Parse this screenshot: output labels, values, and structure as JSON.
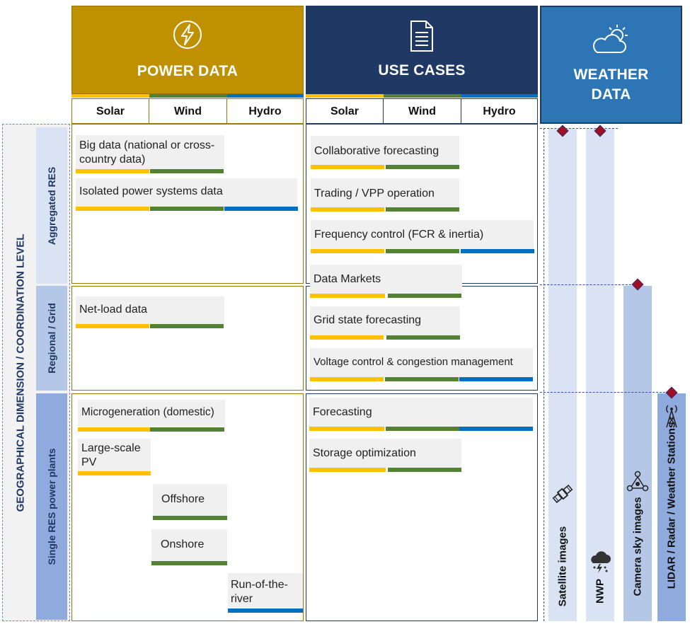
{
  "headers": {
    "power": "POWER DATA",
    "use_cases": "USE CASES",
    "weather_line1": "WEATHER",
    "weather_line2": "DATA"
  },
  "sub_columns": [
    "Solar",
    "Wind",
    "Hydro"
  ],
  "axis_title": "GEOGRAPHICAL DIMENSION / COORDINATION LEVEL",
  "levels": [
    "Aggregated RES",
    "Regional / Grid",
    "Single RES power plants"
  ],
  "power_data": {
    "aggregated": [
      "Big data (national or cross-country data)",
      "Isolated power systems data"
    ],
    "regional": [
      "Net-load data"
    ],
    "single": [
      "Microgeneration (domestic)",
      "Large-scale PV",
      "Offshore",
      "Onshore",
      "Run-of-the-river"
    ]
  },
  "use_cases": {
    "aggregated": [
      "Collaborative forecasting",
      "Trading / VPP operation",
      "Frequency control (FCR & inertia)",
      "Data Markets"
    ],
    "regional": [
      "Grid state forecasting",
      "Voltage control & congestion management"
    ],
    "single": [
      "Forecasting",
      "Storage optimization"
    ]
  },
  "weather_sources": [
    "Satellite images",
    "NWP",
    "Camera sky images",
    "LIDAR / Radar / Weather Stations"
  ],
  "colors": {
    "power": "#BF9000",
    "use_cases": "#1F3864",
    "weather": "#2E75B6",
    "solar": "#FFC000",
    "wind": "#548235",
    "hydro": "#0070C0",
    "marker": "#A01025"
  },
  "icons": [
    "lightning-icon",
    "document-icon",
    "sun-cloud-icon",
    "satellite-icon",
    "storm-cloud-icon",
    "drone-icon",
    "antenna-tower-icon"
  ]
}
